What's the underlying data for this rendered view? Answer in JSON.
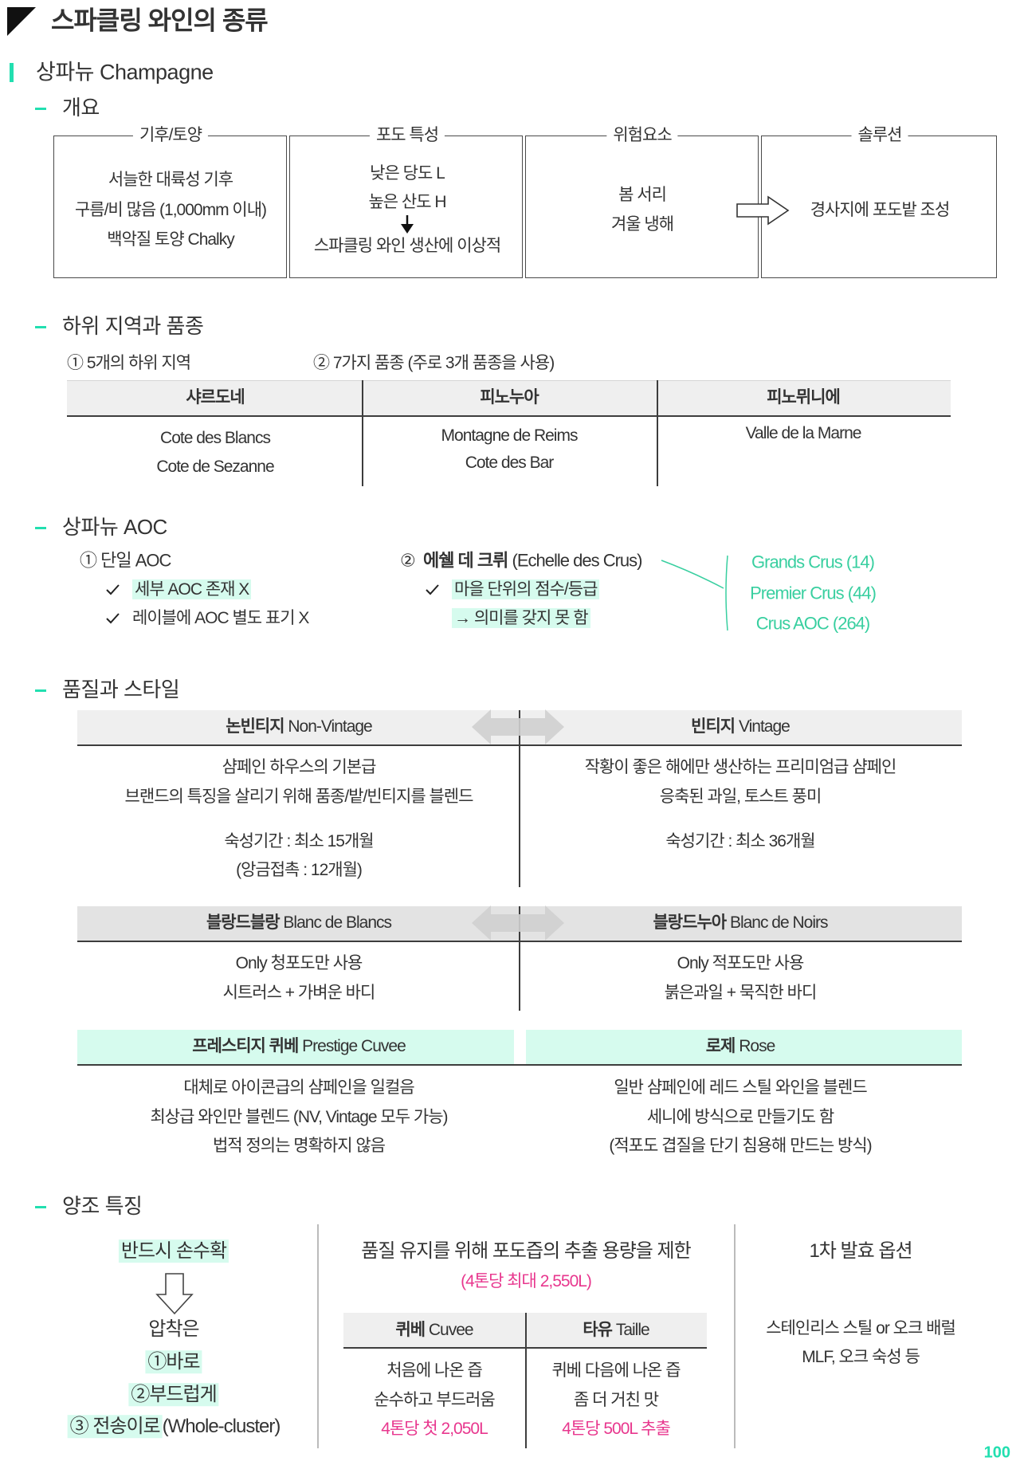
{
  "page_title": "스파클링 와인의 종류",
  "section_title": "상파뉴 Champagne",
  "overview": {
    "heading": "개요",
    "boxes": [
      {
        "label": "기후/토양",
        "lines": [
          "서늘한 대륙성 기후",
          "구름/비 많음 (1,000mm 이내)",
          "백악질 토양 Chalky"
        ]
      },
      {
        "label": "포도 특성",
        "lines": [
          "낮은 당도 L",
          "높은 산도 H",
          "스파클링 와인 생산에 이상적"
        ]
      },
      {
        "label": "위험요소",
        "lines": [
          "봄 서리",
          "겨울 냉해"
        ]
      },
      {
        "label": "솔루션",
        "lines": [
          "경사지에 포도밭 조성"
        ]
      }
    ]
  },
  "subregions": {
    "heading": "하위 지역과 품종",
    "note_regions": "① 5개의 하위 지역",
    "note_varieties": "② 7가지 품종 (주로 3개 품종을 사용)",
    "columns": [
      {
        "header": "샤르도네",
        "regions": [
          "Cote des Blancs",
          "Cote de Sezanne"
        ]
      },
      {
        "header": "피노누아",
        "regions": [
          "Montagne de Reims",
          "Cote des Bar"
        ]
      },
      {
        "header": "피노뮈니에",
        "regions": [
          "Valle de la Marne"
        ]
      }
    ]
  },
  "aoc": {
    "heading": "상파뉴 AOC",
    "single": {
      "title": "① 단일 AOC",
      "items": [
        "세부 AOC 존재 X",
        "레이블에 AOC 별도 표기 X"
      ]
    },
    "echelle": {
      "number": "②",
      "title_ko": "에쉘 데 크뤼",
      "title_en": "(Echelle des Crus)",
      "items": [
        "마을 단위의 점수/등급",
        "→ 의미를 갖지 못 함"
      ]
    },
    "crus": [
      "Grands Crus (14)",
      "Premier Crus (44)",
      "Crus AOC (264)"
    ]
  },
  "quality": {
    "heading": "품질과 스타일",
    "nonvintage": {
      "title_ko": "논빈티지",
      "title_en": "Non-Vintage",
      "lines": [
        "샴페인 하우스의 기본급",
        "브랜드의 특징을 살리기 위해 품종/밭/빈티지를 블렌드",
        "숙성기간 : 최소 15개월",
        "(앙금접촉 : 12개월)"
      ]
    },
    "vintage": {
      "title_ko": "빈티지",
      "title_en": "Vintage",
      "lines": [
        "작황이 좋은 해에만 생산하는 프리미엄급 샴페인",
        "응축된 과일, 토스트 풍미",
        "숙성기간 : 최소 36개월"
      ]
    },
    "blanc_de_blancs": {
      "title_ko": "블랑드블랑",
      "title_en": "Blanc de Blancs",
      "lines": [
        "Only 청포도만 사용",
        "시트러스 + 가벼운 바디"
      ]
    },
    "blanc_de_noirs": {
      "title_ko": "블랑드누아",
      "title_en": "Blanc de Noirs",
      "lines": [
        "Only 적포도만 사용",
        "붉은과일 + 묵직한 바디"
      ]
    },
    "prestige": {
      "title_ko": "프레스티지 퀴베",
      "title_en": "Prestige Cuvee",
      "lines": [
        "대체로 아이콘급의 샴페인을 일컬음",
        "최상급 와인만 블렌드 (NV, Vintage 모두 가능)",
        "법적 정의는 명확하지 않음"
      ]
    },
    "rose": {
      "title_ko": "로제",
      "title_en": "Rose",
      "lines": [
        "일반 샴페인에 레드 스틸 와인을 블렌드",
        "세니에 방식으로 만들기도 함",
        "(적포도 겹질을 단기 침용해 만드는 방식)"
      ]
    }
  },
  "production": {
    "heading": "양조 특징",
    "harvest": {
      "title": "반드시 손수확",
      "press_label": "압착은",
      "steps": [
        "①바로",
        "②부드럽게"
      ],
      "step3_ko": "③ 전송이로",
      "step3_en": "(Whole-cluster)"
    },
    "extraction": {
      "title": "품질 유지를 위해 포도즙의 추출 용량을 제한",
      "limit": "(4톤당 최대 2,550L)",
      "cuvee": {
        "title_ko": "퀴베",
        "title_en": "Cuvee",
        "lines": [
          "처음에 나온 즙",
          "순수하고 부드러움"
        ],
        "volume": "4톤당 첫 2,050L"
      },
      "taille": {
        "title_ko": "타유",
        "title_en": "Taille",
        "lines": [
          "퀴베 다음에 나온 즙",
          "좀 더 거친 맛"
        ],
        "volume": "4톤당 500L 추출"
      }
    },
    "fermentation": {
      "title": "1차 발효 옵션",
      "lines": [
        "스테인리스 스틸 or 오크 배럴",
        "MLF, 오크 숙성 등"
      ]
    }
  },
  "page_number": "100",
  "colors": {
    "accent": "#22dfb0",
    "highlight": "#d6fbee",
    "pink": "#e8378e",
    "header_gray": "#efefef",
    "header_gray_dark": "#e3e3e3",
    "crus_teal": "#39cfa0"
  }
}
